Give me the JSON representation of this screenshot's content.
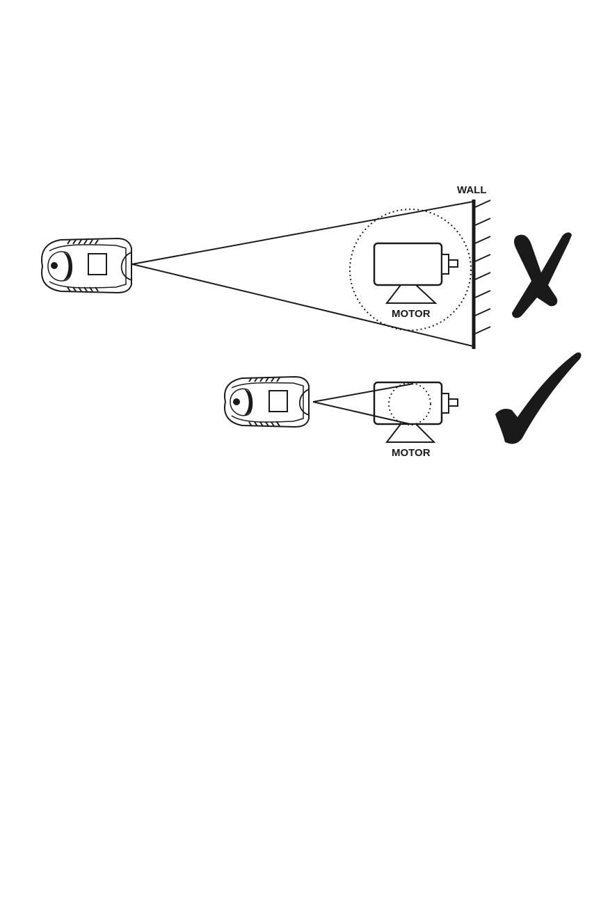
{
  "labels": {
    "wall": "WALL",
    "motor_top": "MOTOR",
    "motor_bottom": "MOTOR"
  },
  "scenarios": [
    {
      "verdict": "incorrect",
      "mark_icon": "cross-mark-icon",
      "description_icon": "thermometer-far-from-target"
    },
    {
      "verdict": "correct",
      "mark_icon": "check-mark-icon",
      "description_icon": "thermometer-close-to-target"
    }
  ],
  "colors": {
    "ink": "#1a1a1a",
    "background": "#ffffff"
  }
}
